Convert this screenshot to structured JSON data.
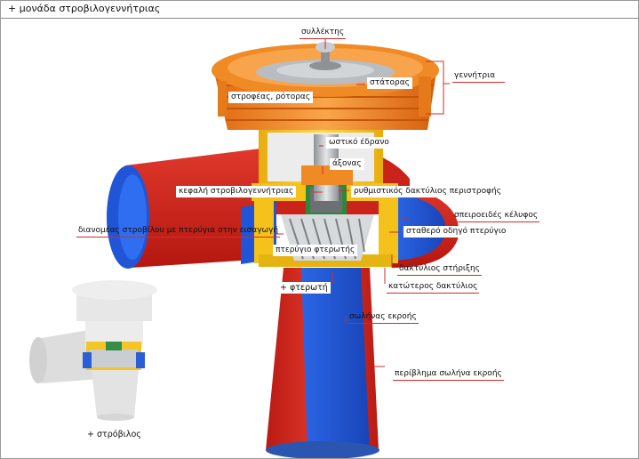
{
  "header": {
    "title": "+ μονάδα στροβιλογεννήτριας"
  },
  "labels": {
    "collector": "συλλέκτης",
    "stator": "στάτορας",
    "rotor": "στροφέας, ρότορας",
    "generator": "γεννήτρια",
    "thrust_bearing": "ωστικό έδρανο",
    "shaft": "άξονας",
    "turbine_head": "κεφαλή στροβιλογεννήτριας",
    "wicket_ring": "ρυθμιστικός δακτύλιος περιστροφής",
    "spiral_case": "σπειροειδές κέλυφος",
    "distributor": "διανομέας στροβίλου με πτερύγια στην εισαγωγή",
    "stay_vane": "σταθερό οδηγό πτερύγιο",
    "runner_blade": "πτερύγιο φτερωτής",
    "bottom_ring": "δακτύλιος στήριξης",
    "runner": "+ φτερωτή",
    "lower_ring": "κατώτερος δακτύλιος",
    "draft_tube": "σωλήνας εκροής",
    "draft_tube_liner": "περίβλημα σωλήνα εκροής",
    "turbine": "+ στρόβιλος"
  },
  "colors": {
    "accent_line": "#d22b2b",
    "generator_orange": "#f08a24",
    "case_red": "#d8261f",
    "case_blue": "#1f55d6",
    "frame_yellow": "#f4c21a",
    "metal_gray": "#b9bcc0"
  }
}
